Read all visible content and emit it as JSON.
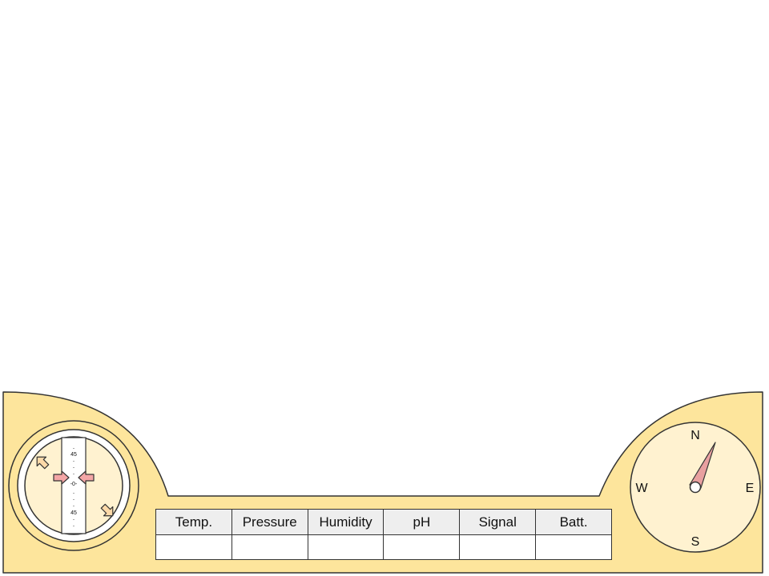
{
  "colors": {
    "panel": "#fde59c",
    "panel_stroke": "#333333",
    "dial_face": "#fff2d0",
    "tape": "#ffffff",
    "indicator_arrow": "#f4a6a6",
    "corner_arrow": "#fcd9a8",
    "needle": "#e8a0a0"
  },
  "attitude_indicator": {
    "tape_top_label": "45",
    "tape_center_label": "-0-",
    "tape_bottom_label": "45",
    "tick_mark": "-"
  },
  "compass": {
    "north": "N",
    "east": "E",
    "south": "S",
    "west": "W",
    "icon": "compass-needle-icon"
  },
  "readouts": {
    "headers": [
      {
        "label": "Temp."
      },
      {
        "label": "Pressure"
      },
      {
        "label": "Humidity"
      },
      {
        "label": "pH"
      },
      {
        "label": "Signal"
      },
      {
        "label": "Batt."
      }
    ],
    "values": [
      {
        "value": ""
      },
      {
        "value": ""
      },
      {
        "value": ""
      },
      {
        "value": ""
      },
      {
        "value": ""
      },
      {
        "value": ""
      }
    ]
  }
}
